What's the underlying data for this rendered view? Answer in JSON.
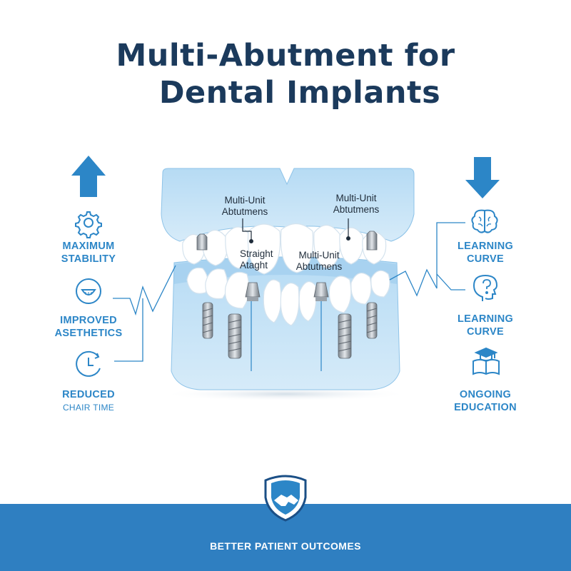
{
  "title": {
    "line1": "Multi-Abutment for",
    "line2": "Dental Implants"
  },
  "left_benefits": [
    {
      "line1": "MAXIMUM",
      "line2": "STABILITY",
      "icon": "gear-icon"
    },
    {
      "line1": "IMPROVED",
      "line2": "ASETHETICS",
      "icon": "smile-icon"
    },
    {
      "line1": "REDUCED",
      "line2": "CHAIR TIME",
      "icon": "clock-icon"
    }
  ],
  "right_challenges": [
    {
      "line1": "LEARNING",
      "line2": "CURVE",
      "icon": "brain-icon"
    },
    {
      "line1": "LEARNING",
      "line2": "CURVE",
      "icon": "question-head-icon"
    },
    {
      "line1": "ONGOING",
      "line2": "EDUCATION",
      "icon": "graduation-book-icon"
    }
  ],
  "callouts": [
    {
      "line1": "Multi-Unit",
      "line2": "Abtutmens"
    },
    {
      "line1": "Multi-Unit",
      "line2": "Abtutmens"
    },
    {
      "line1": "Straight",
      "line2": "Ataght"
    },
    {
      "line1": "Multi-Unit",
      "line2": "Abtutmens"
    }
  ],
  "footer": {
    "text": "BETTER PATIENT OUTCOMES",
    "icon": "handshake-shield-icon"
  },
  "colors": {
    "navy": "#1b3a5c",
    "accent": "#2c86c7",
    "gum": "#a9d2ef",
    "footer": "#2f7fc1"
  }
}
